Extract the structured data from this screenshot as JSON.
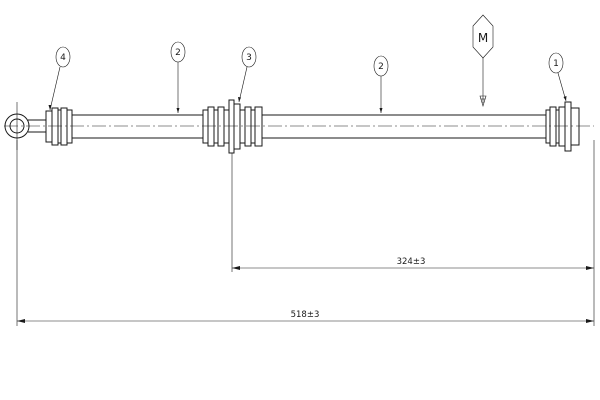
{
  "callouts": {
    "c1": "1",
    "c2a": "2",
    "c2b": "2",
    "c3": "3",
    "c4": "4",
    "marker": "M"
  },
  "dimensions": {
    "short": "324±3",
    "total": "518±3"
  }
}
